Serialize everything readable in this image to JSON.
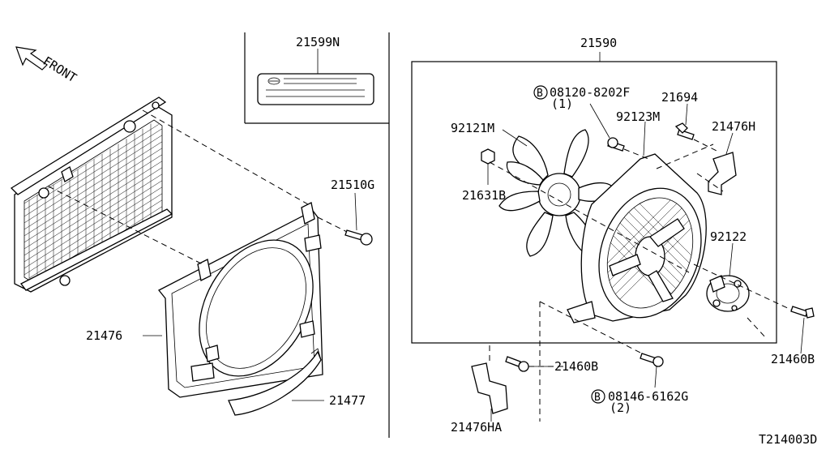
{
  "orientation": {
    "label": "FRONT"
  },
  "labels": {
    "p21599N": "21599N",
    "p21590": "21590",
    "p08120": "08120-8202F",
    "p08120_qty": "(1)",
    "p21694": "21694",
    "p92123M": "92123M",
    "p21476H": "21476H",
    "p92121M": "92121M",
    "p21631B": "21631B",
    "p21510G": "21510G",
    "p92122": "92122",
    "p21476": "21476",
    "p21460B_a": "21460B",
    "p21460B_b": "21460B",
    "p08146": "08146-6162G",
    "p08146_qty": "(2)",
    "p21477": "21477",
    "p21476HA": "21476HA",
    "bolt_symbol": "B",
    "drawing_code": "T214003D"
  }
}
